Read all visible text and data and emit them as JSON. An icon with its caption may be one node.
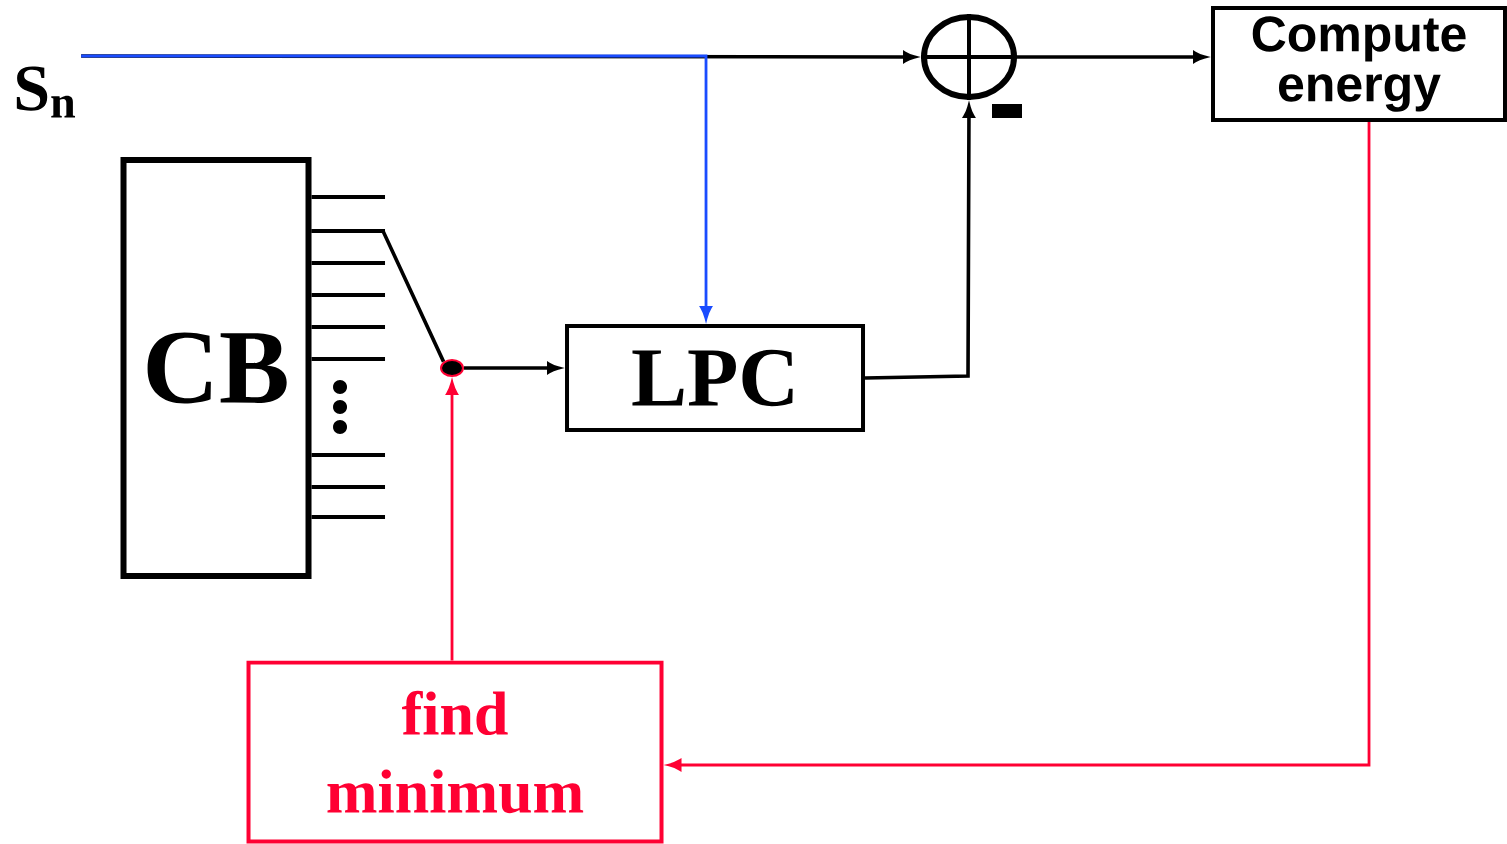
{
  "diagram": {
    "nodes": [
      {
        "text": [
          "S$_{n}$"
        ]
      },
      {
        "text": [
          "CB"
        ]
      },
      {
        "text": [],
        "shape": "circle"
      },
      {
        "text": [
          "LPC"
        ]
      },
      {
        "text": [],
        "shape": "circle"
      },
      {
        "text": [
          "Compute energy"
        ]
      },
      {
        "text": [
          "find minimum"
        ]
      }
    ],
    "edges": [
      {
        "from": 0,
        "to": 4,
        "arrow": "to"
      },
      {
        "from": 0,
        "to": 3,
        "arrow": "to",
        "color": "#1a4cff"
      },
      {
        "from": 3,
        "to": 4,
        "arrow": "to"
      },
      {
        "from": 4,
        "to": 5,
        "arrow": "to"
      },
      {
        "from": 5,
        "to": 6,
        "arrow": "to",
        "color": "#ff0033"
      },
      {
        "from": 6,
        "to": 2,
        "arrow": "to",
        "color": "#ff0033"
      },
      {
        "from": 2,
        "to": 3,
        "arrow": "to"
      },
      {
        "from": 1,
        "to": 2,
        "arrow": "none"
      }
    ]
  }
}
